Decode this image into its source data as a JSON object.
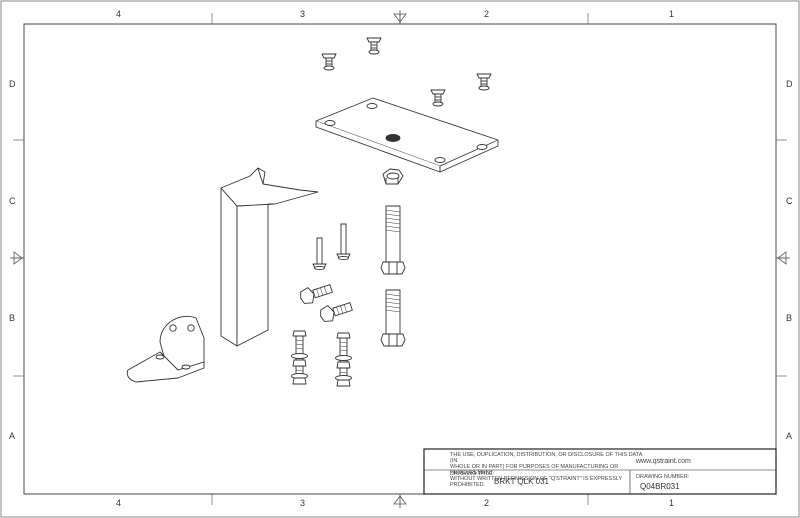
{
  "zones": {
    "top": [
      "4",
      "3",
      "2",
      "1"
    ],
    "bottom": [
      "4",
      "3",
      "2",
      "1"
    ],
    "left": [
      "D",
      "C",
      "B",
      "A"
    ],
    "right": [
      "D",
      "C",
      "B",
      "A"
    ]
  },
  "title_block": {
    "disclaimer": [
      "THE USE, DUPLICATION, DISTRIBUTION, OR DISCLOSURE OF THIS DATA (IN",
      "WHOLE OR IN PART) FOR PURPOSES OF MANUFACTURING OR PROCUREMENT",
      "WITHOUT WRITTEN PERMISSION OF \"Q'STRAINT\" IS EXPRESSLY PROHIBITED."
    ],
    "website": "www.qstraint.com",
    "drawing_title_label": "DRAWING TITLE:",
    "drawing_title": "BRKT QLK 031",
    "drawing_number_label": "DRAWING NUMBER:",
    "drawing_number": "Q04BR031"
  }
}
